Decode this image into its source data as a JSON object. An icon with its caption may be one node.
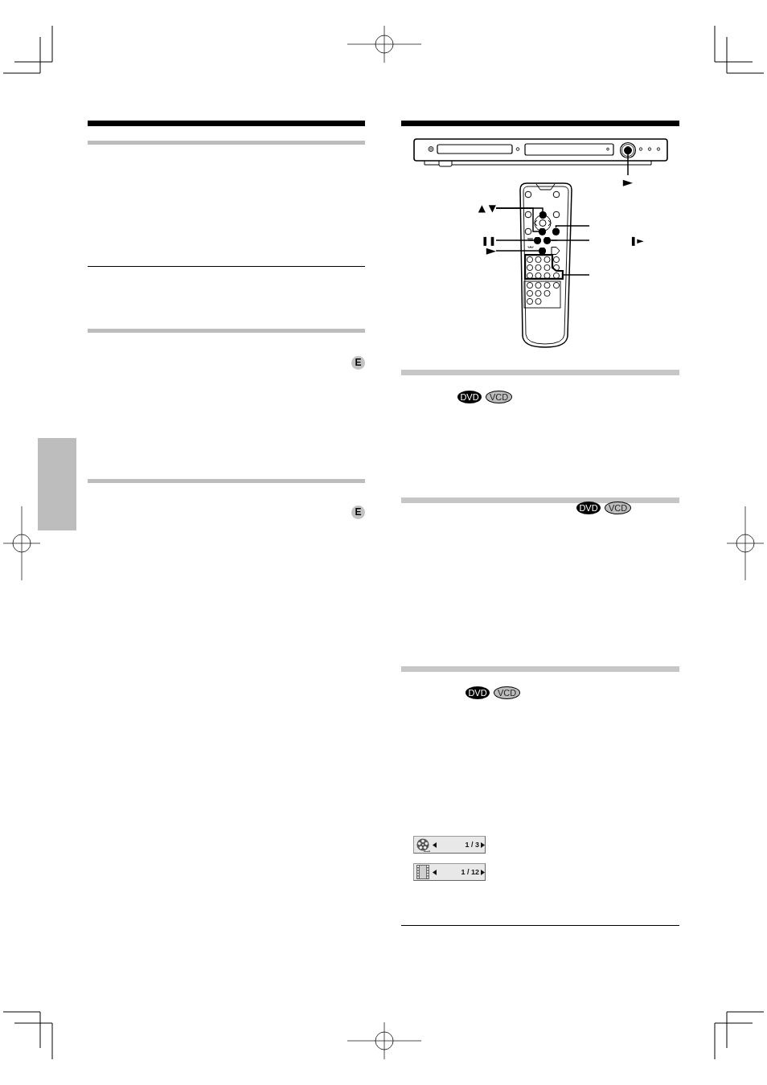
{
  "diagram": {
    "nodes": [
      {
        "text": [
          "E"
        ]
      },
      {
        "text": [],
        "shape": "box"
      },
      {
        "text": [
          "E"
        ]
      },
      {
        "text": [],
        "shape": "circle"
      },
      {
        "text": [
          "►"
        ]
      },
      {
        "text": [
          "▲ ▼"
        ]
      },
      {
        "text": [],
        "shape": "circle"
      },
      {
        "text": [],
        "shape": "circle"
      },
      {
        "text": [],
        "shape": "circle"
      },
      {
        "text": [
          "❚❚"
        ]
      },
      {
        "text": [],
        "shape": "circle"
      },
      {
        "text": [],
        "shape": "circle"
      },
      {
        "text": [
          "►"
        ]
      },
      {
        "text": [],
        "shape": "circle"
      },
      {
        "text": [],
        "shape": "box"
      },
      {
        "text": [
          "DVD"
        ]
      },
      {
        "text": [
          "VCD"
        ]
      },
      {
        "text": [
          "DVD"
        ]
      },
      {
        "text": [
          "VCD"
        ]
      },
      {
        "text": [
          "DVD"
        ]
      },
      {
        "text": [
          "VCD"
        ]
      },
      {
        "text": [
          "1 / 3"
        ]
      },
      {
        "text": [
          "1 / 12"
        ]
      }
    ],
    "edges": [
      {
        "from": 4,
        "to": 3,
        "arrow": "other"
      },
      {
        "from": 5,
        "to": 6,
        "arrow": "other"
      },
      {
        "from": 5,
        "to": 7,
        "arrow": "other"
      },
      {
        "from": null,
        "to": 8,
        "arrow": "other"
      },
      {
        "from": 9,
        "to": 10,
        "arrow": "other"
      },
      {
        "from": null,
        "to": 11,
        "arrow": "other"
      },
      {
        "from": 12,
        "to": 13,
        "arrow": "other"
      },
      {
        "from": null,
        "to": 14,
        "arrow": "none"
      }
    ],
    "labels": [
      "❚►"
    ]
  }
}
